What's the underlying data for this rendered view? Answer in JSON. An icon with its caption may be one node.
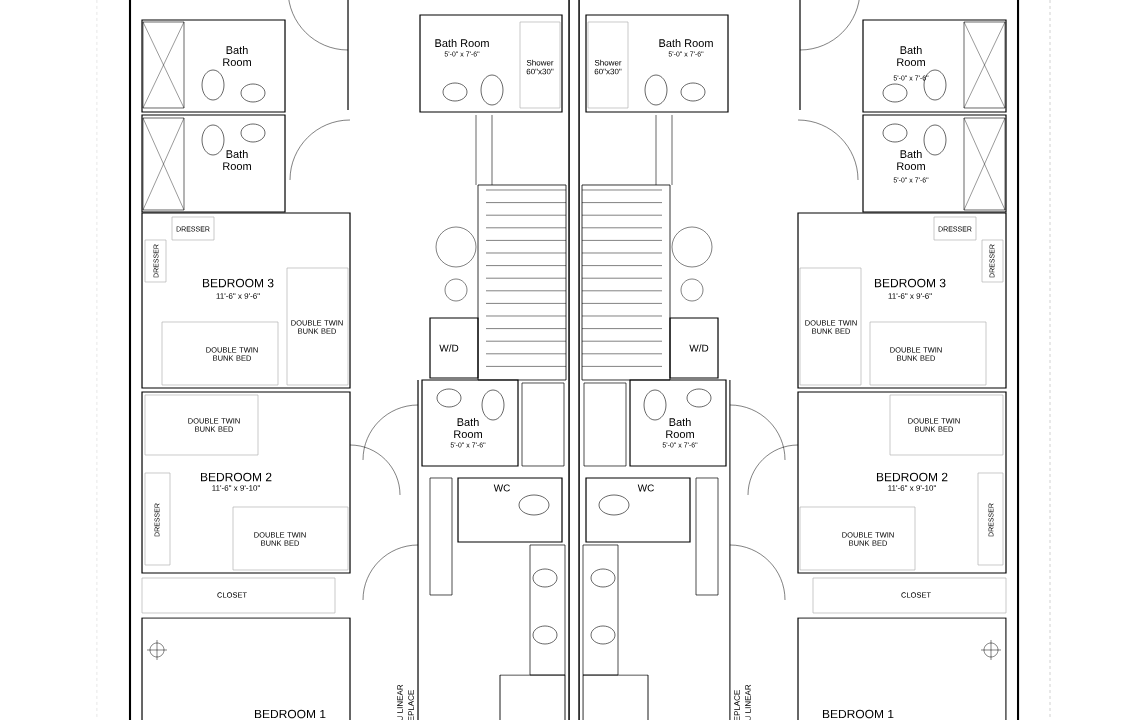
{
  "diagram": {
    "nodes": [
      {
        "text": [
          "Bath Room"
        ]
      },
      {
        "text": [
          "Bath Room"
        ]
      },
      {
        "text": [
          "Bath Room",
          "5'-0\" x 7'-6\""
        ]
      },
      {
        "text": [
          "Shower 60\"x30\""
        ],
        "in": 2
      },
      {
        "text": [
          "DRESSER"
        ],
        "in": 6
      },
      {
        "text": [
          "DRESSER"
        ],
        "in": 6
      },
      {
        "text": [
          "BEDROOM 3",
          "11'-6\" x 9'-6\""
        ]
      },
      {
        "text": [
          "DOUBLE TWIN BUNK BED"
        ],
        "in": 6
      },
      {
        "text": [
          "DOUBLE TWIN BUNK BED"
        ],
        "in": 6
      },
      {
        "text": [
          "W/D"
        ]
      },
      {
        "text": [
          "Bath Room",
          "5'-0\" x 7'-6\""
        ]
      },
      {
        "text": [
          "BEDROOM 2",
          "11'-6\" x 9'-10\""
        ]
      },
      {
        "text": [
          "DOUBLE TWIN BUNK BED"
        ],
        "in": 11
      },
      {
        "text": [
          "DRESSER"
        ],
        "in": 11
      },
      {
        "text": [
          "DOUBLE TWIN BUNK BED"
        ],
        "in": 11
      },
      {
        "text": [
          "CLOSET"
        ]
      },
      {
        "text": [
          "WC"
        ]
      },
      {
        "text": [
          "BEDROOM 1"
        ]
      },
      {
        "text": [
          "Bath Room",
          "5'-0\" x 7'-6\""
        ]
      },
      {
        "text": [
          "Bath Room",
          "5'-0\" x 7'-6\""
        ]
      },
      {
        "text": [
          "Bath Room",
          "5'-0\" x 7'-6\""
        ]
      },
      {
        "text": [
          "Shower 60\"x30\""
        ],
        "in": 20
      },
      {
        "text": [
          "DRESSER"
        ],
        "in": 24
      },
      {
        "text": [
          "DRESSER"
        ],
        "in": 24
      },
      {
        "text": [
          "BEDROOM 3",
          "11'-6\" x 9'-6\""
        ]
      },
      {
        "text": [
          "DOUBLE TWIN BUNK BED"
        ],
        "in": 24
      },
      {
        "text": [
          "DOUBLE TWIN BUNK BED"
        ],
        "in": 24
      },
      {
        "text": [
          "W/D"
        ]
      },
      {
        "text": [
          "Bath Room",
          "5'-0\" x 7'-6\""
        ]
      },
      {
        "text": [
          "BEDROOM 2",
          "11'-6\" x 9'-10\""
        ]
      },
      {
        "text": [
          "DOUBLE TWIN BUNK BED"
        ],
        "in": 29
      },
      {
        "text": [
          "DRESSER"
        ],
        "in": 29
      },
      {
        "text": [
          "DOUBLE TWIN BUNK BED"
        ],
        "in": 29
      },
      {
        "text": [
          "CLOSET"
        ]
      },
      {
        "text": [
          "WC"
        ]
      },
      {
        "text": [
          "BEDROOM 1"
        ]
      }
    ],
    "labels": [
      "U LINEAR",
      "EPLACE",
      "U LINEAR",
      "EPLACE"
    ]
  }
}
